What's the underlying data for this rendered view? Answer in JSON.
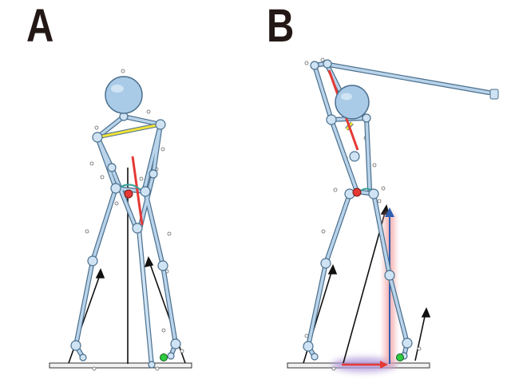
{
  "panels": [
    {
      "label": "A"
    },
    {
      "label": "B"
    }
  ],
  "colors": {
    "bone_fill": "#b9d3ea",
    "bone_stroke": "#4a6f8d",
    "joint_fill": "#cfe3f4",
    "head_fill": "#a9cbe8",
    "shoulder_line": "#f2e23a",
    "spine_line": "#e53935",
    "red_marker": "#e53935",
    "green_marker": "#2ecc40",
    "force_arrow": "#e53935",
    "vertical_arrow_glow": "#f4a7a7",
    "vertical_arrow": "#2f5fb0",
    "ground_glow": "#b39ddb",
    "black_vector": "#111111",
    "club": "#cfe3f4",
    "hip_band": "#3aa39a"
  },
  "icons": [
    "stick-figure-golfer-address",
    "stick-figure-golfer-backswing"
  ]
}
